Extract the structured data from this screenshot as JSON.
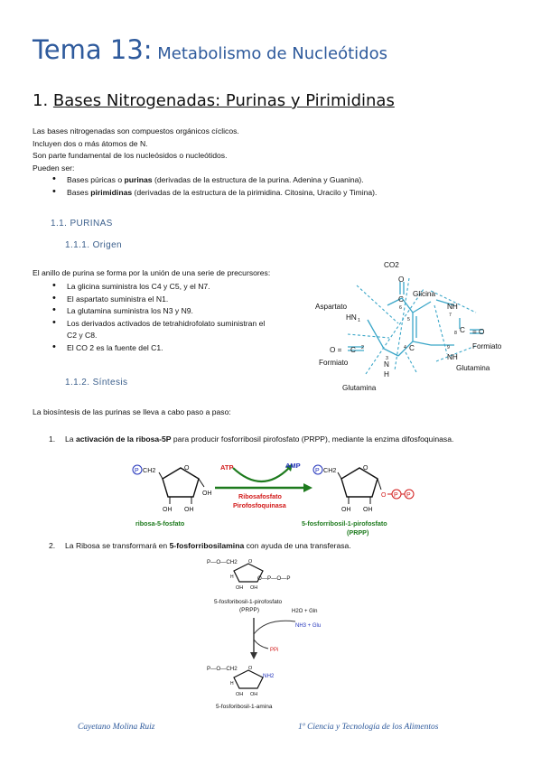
{
  "header": {
    "title_main": "Tema 13:",
    "title_sub": " Metabolismo de Nucleótidos"
  },
  "section1": {
    "number": "1. ",
    "title": "Bases Nitrogenadas: Purinas y Pirimidinas"
  },
  "intro": [
    "Las bases nitrogenadas son compuestos orgánicos cíclicos.",
    "Incluyen dos o más átomos de N.",
    "Son parte fundamental de los nucleósidos o nucleótidos.",
    "Pueden ser:"
  ],
  "types": [
    {
      "pre": "Bases púricas o ",
      "bold": "purinas",
      "post": " (derivadas de la estructura de la purina. Adenina y Guanina)."
    },
    {
      "pre": "Bases ",
      "bold": "pirimidinas",
      "post": " (derivadas de la estructura de la pirimidina. Citosina, Uracilo y Timina)."
    }
  ],
  "sub_purinas": "1.1. PURINAS",
  "sub_origen": "1.1.1. Origen",
  "origen_intro": "El anillo de purina se forma por la unión de una serie de precursores:",
  "precursores": [
    "La glicina suministra los C4 y C5, y el N7.",
    "El aspartato suministra el N1.",
    "La glutamina suministra los N3 y N9.",
    "Los derivados activados de tetrahidrofolato suministran el",
    "C2 y C8.",
    "El CO 2 es la fuente del C1."
  ],
  "sub_sintesis": "1.1.2. Síntesis",
  "sintesis_intro": "La biosíntesis de las purinas se lleva a cabo paso a paso:",
  "steps": [
    {
      "num": "1.",
      "pre": "La ",
      "bold": "activación de la ribosa-5P",
      "post": " para producir fosforribosil pirofosfato (PRPP), mediante la enzima difosfoquinasa."
    },
    {
      "num": "2.",
      "pre": "La Ribosa se transformará en ",
      "bold": "5-fosforribosilamina",
      "post": " con ayuda de una transferasa."
    }
  ],
  "purine_diagram": {
    "co2": "CO2",
    "o_top": "O",
    "c6": "C",
    "n6": "6",
    "glicina": "Glicina",
    "nh7": "NH",
    "n7": "7",
    "aspartato": "Aspartato",
    "hn1": "HN",
    "one": "1",
    "five": "5",
    "c8": "C",
    "eight": "8",
    "eq_o": "= O",
    "formiato_r": "Formiato",
    "o_left": "O =",
    "c2": "C",
    "two": "2",
    "four": "4",
    "c4": "C",
    "nine": "9",
    "nh9": "NH",
    "glutamina_r": "Glutamina",
    "formiato_l": "Formiato",
    "three": "3",
    "n3": "N",
    "h3": "H",
    "glutamina_b": "Glutamina"
  },
  "reaction1": {
    "p": "P",
    "ch2": "CH2",
    "oh1": "OH",
    "oh2": "OH",
    "oh3": "OH",
    "o_ring": "O",
    "left_name": "ribosa-5-fosfato",
    "atp": "ATP",
    "amp": "AMP",
    "enzyme_1": "Ribosafosfato",
    "enzyme_2": "Pirofosfoquinasa",
    "right_name_1": "5-fosforribosil-1-pirofosfato",
    "right_name_2": "(PRPP)",
    "o_link": "O"
  },
  "reaction2": {
    "top_chain": "P—O—CH2",
    "top_right": "O—P—O—P",
    "h": "H",
    "oh": "OH",
    "o": "O",
    "name_1": "5-fosforibosil-1-pirofosfato",
    "name_2": "(PRPP)",
    "h2o_gln": "H2O + Gln",
    "nh3_glu": "NH3 + Glu",
    "ppi": "PPi",
    "bottom_chain": "P—O—CH2",
    "nh2": "NH2",
    "bottom_name": "5-fosforibosil-1-amina"
  },
  "footer": {
    "left": "Cayetano Molina Ruiz",
    "right": "1º Ciencia y Tecnología de los Alimentos"
  },
  "colors": {
    "title": "#2e5a9c",
    "diagram": "#3aa6c8",
    "step_green": "#1d7a1d",
    "step_red": "#d21a1a",
    "step_blue": "#2233bb"
  }
}
